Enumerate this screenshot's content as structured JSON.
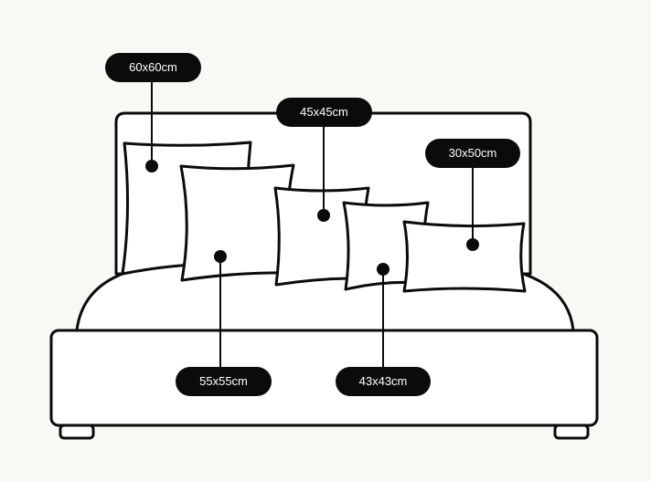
{
  "colors": {
    "background": "#f9f8f4",
    "line": "#0b0b0b",
    "fill": "#ffffff",
    "label_background": "#0b0b0b",
    "label_text": "#ffffff"
  },
  "pillows": [
    {
      "id": "pillow-60",
      "size_label": "60x60cm"
    },
    {
      "id": "pillow-55",
      "size_label": "55x55cm"
    },
    {
      "id": "pillow-45",
      "size_label": "45x45cm"
    },
    {
      "id": "pillow-43",
      "size_label": "43x43cm"
    },
    {
      "id": "pillow-30x50",
      "size_label": "30x50cm"
    }
  ]
}
